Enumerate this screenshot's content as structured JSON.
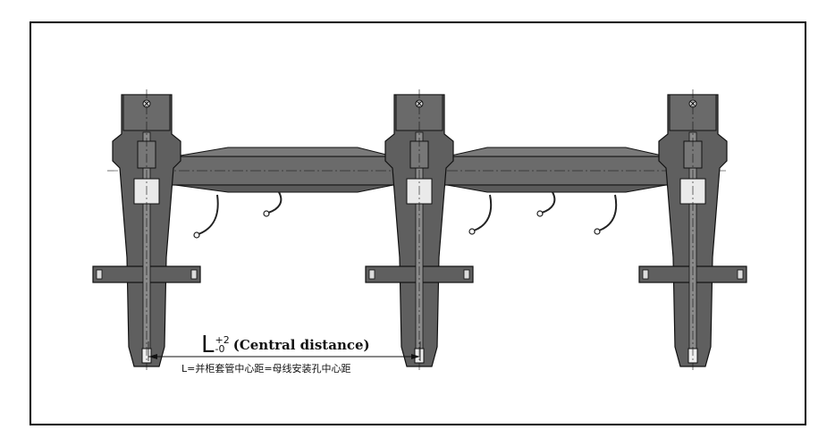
{
  "dimension": {
    "symbol": "L",
    "tol_upper": "+2",
    "tol_lower": "-0",
    "central_label": "(Central distance)"
  },
  "formula": "L=并柜套管中心距=母线安装孔中心距",
  "colors": {
    "border": "#000000",
    "body_fill": "#5f5f5f",
    "light_fill": "#d9d9d9",
    "line": "#222222"
  },
  "icons": [
    "bushing-drawing",
    "busbar-drawing",
    "dimension-arrow"
  ]
}
